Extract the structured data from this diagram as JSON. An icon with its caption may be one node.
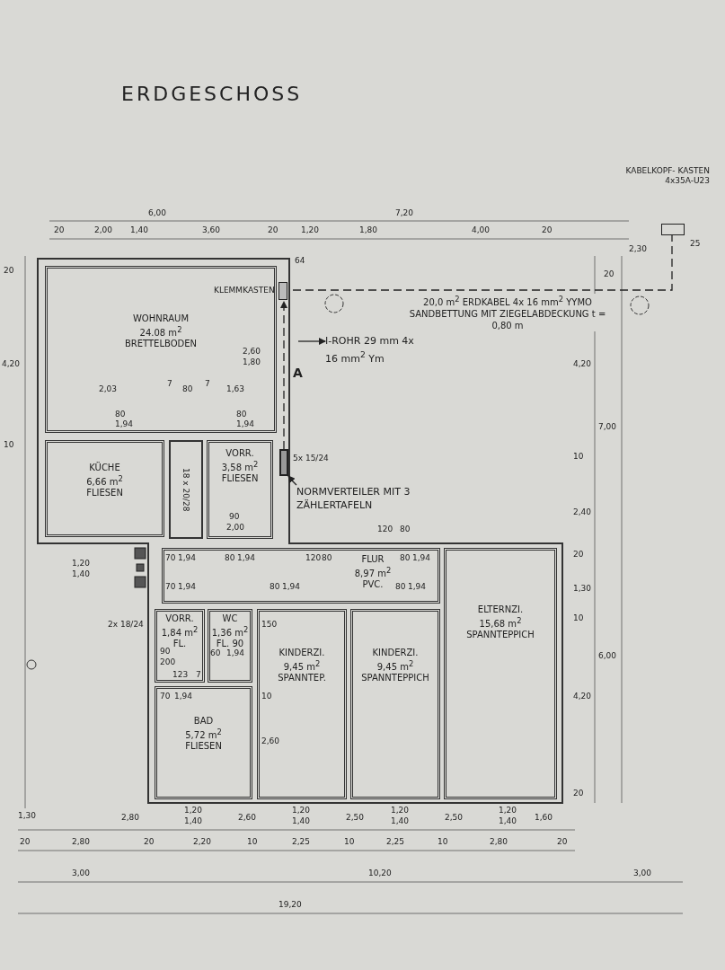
{
  "diagram": {
    "title": "ERDGESCHOSS",
    "nodes": [
      {
        "text": [
          "WOHNRAUM",
          "24.08 m$^{2}$",
          "BRETTELBODEN"
        ]
      },
      {
        "text": [
          "KÜCHE",
          "6,66 m$^{2}$",
          "FLIESEN"
        ]
      },
      {
        "text": [
          "18 x 20/28"
        ]
      },
      {
        "text": [
          "VORR.",
          "3,58 m$^{2}$",
          "FLIESEN"
        ]
      },
      {
        "text": [
          "FLUR",
          "8,97 m$^{2}$",
          "PVC."
        ]
      },
      {
        "text": [
          "VORR.",
          "1,84 m$^{2}$",
          "FL."
        ]
      },
      {
        "text": [
          "WC",
          "1,36 m$^{2}$",
          "FL. 90"
        ]
      },
      {
        "text": [
          "BAD",
          "5,72 m$^{2}$",
          "FLIESEN"
        ]
      },
      {
        "text": [
          "KINDERZI.",
          "9,45 m$^{2}$",
          "SPANNTEP."
        ]
      },
      {
        "text": [
          "KINDERZI.",
          "9,45 m$^{2}$",
          "SPANNTEPPICH"
        ]
      },
      {
        "text": [
          "ELTERNZI.",
          "15,68 m$^{2}$",
          "SPANNTEPPICH"
        ]
      },
      {
        "text": [
          "KLEMMKASTEN"
        ]
      },
      {
        "text": [
          "KABELKOPF- KASTEN 4x35A-U23"
        ]
      },
      {
        "text": [
          "NORMVERTEILER MIT 3 ZÄHLERTAFELN"
        ]
      },
      {
        "text": [],
        "shape": "box"
      },
      {
        "text": [
          "I-ROHR 29 mm 4x 16 mm$^{2}$ Ym"
        ]
      }
    ],
    "edges": [
      {
        "from": 11,
        "to": 12,
        "arrow": "none",
        "style": "dashed",
        "label": "20,0 m$^{2}$ ERDKABEL 4x 16 mm$^{2}$ YYMO SANDBETTUNG MIT ZIEGELABDECKUNG t = 0,80 m"
      },
      {
        "from": 14,
        "to": 11,
        "arrow": "to",
        "style": "dashed"
      },
      {
        "from": 13,
        "to": 14,
        "arrow": "to"
      },
      {
        "from": null,
        "to": 15,
        "arrow": "to"
      }
    ],
    "labels": [
      "6,00",
      "7,20",
      "20",
      "2,00",
      "1,40",
      "3,60",
      "20",
      "1,20",
      "1,80",
      "4,00",
      "20",
      "2,30",
      "25",
      "64",
      "20",
      "20",
      "4,20",
      "2,60",
      "1,80",
      "A",
      "2,03",
      "7",
      "80",
      "7",
      "1,63",
      "80",
      "1,94",
      "80",
      "1,94",
      "10",
      "4,20",
      "7,00",
      "5x 15/24",
      "10",
      "90",
      "2,00",
      "2,40",
      "120",
      "80",
      "20",
      "1,20",
      "1,40",
      "70",
      "1,94",
      "80",
      "1,94",
      "120",
      "80",
      "70",
      "1,94",
      "80",
      "1,94",
      "80",
      "1,94",
      "80",
      "1,94",
      "1,30",
      "10",
      "6,00",
      "2x 18/24",
      "90",
      "200",
      "123",
      "7",
      "60",
      "1,94",
      "150",
      "70",
      "1,94",
      "10",
      "4,20",
      "2,60",
      "20",
      "1,30",
      "2,80",
      "1,20",
      "1,40",
      "2,60",
      "1,20",
      "1,40",
      "2,50",
      "1,20",
      "1,40",
      "2,50",
      "1,20",
      "1,40",
      "1,60",
      "20",
      "2,80",
      "20",
      "2,20",
      "10",
      "2,25",
      "10",
      "2,25",
      "10",
      "2,80",
      "20",
      "3,00",
      "10,20",
      "3,00",
      "19,20"
    ]
  }
}
